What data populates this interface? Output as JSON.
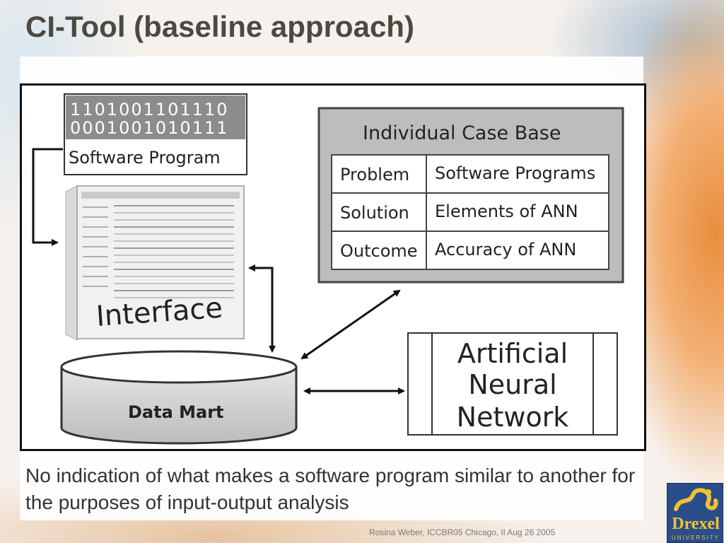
{
  "slide": {
    "title": "CI-Tool (baseline approach)",
    "caption": "No indication of what makes a software program similar to another for the purposes of input-output analysis",
    "footer": "Rosina Weber, ICCBR05 Chicago, Il Aug 26 2005"
  },
  "diagram": {
    "binary_line_1": "1101001101110",
    "binary_line_2": "0001001010111",
    "software_program_label": "Software Program",
    "interface_label": "Interface",
    "data_mart_label": "Data Mart",
    "case_base": {
      "title": "Individual Case Base",
      "rows": [
        {
          "key": "Problem",
          "value": "Software Programs"
        },
        {
          "key": "Solution",
          "value": "Elements of ANN"
        },
        {
          "key": "Outcome",
          "value": "Accuracy of ANN"
        }
      ]
    },
    "ann_line_1": "Artificial",
    "ann_line_2": "Neural",
    "ann_line_3": "Network"
  },
  "logo": {
    "name": "Drexel",
    "sub": "UNIVERSITY"
  },
  "colors": {
    "title": "#4a4a42",
    "case_base_fill": "#bdbdbd",
    "binary_fill": "#8c8c8c",
    "logo_blue": "#2a4d8c",
    "logo_gold": "#f2c230"
  }
}
